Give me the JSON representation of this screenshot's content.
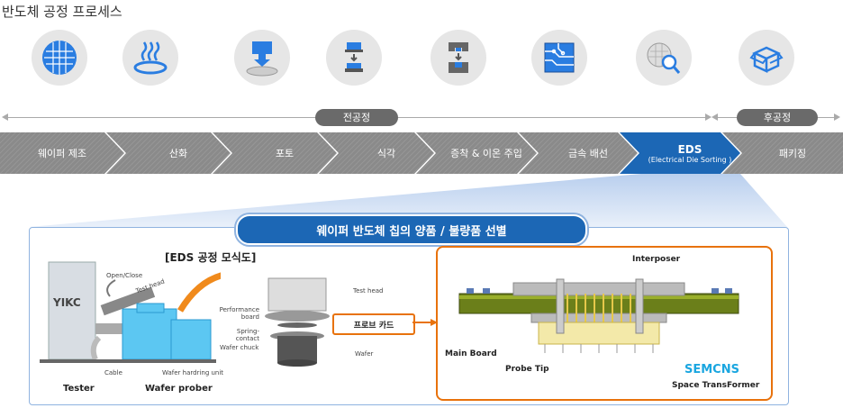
{
  "title": "반도체 공정 프로세스",
  "icons": [
    "wafer-icon",
    "oxidation-icon",
    "photo-icon",
    "etch-icon",
    "deposition-icon",
    "metal-wiring-icon",
    "eds-inspection-icon",
    "packaging-icon"
  ],
  "phases": {
    "front": "전공정",
    "back": "후공정"
  },
  "steps": [
    {
      "label": "웨이퍼 제조"
    },
    {
      "label": "산화"
    },
    {
      "label": "포토"
    },
    {
      "label": "식각"
    },
    {
      "label": "증착 & 이온 주입"
    },
    {
      "label": "금속 배선"
    },
    {
      "label": "EDS",
      "sub": "(Electrical Die Sorting )"
    },
    {
      "label": "패키징"
    }
  ],
  "colors": {
    "step": "#8a8a8a",
    "active": "#1c67b5",
    "accent": "#e8720c",
    "circle": "#e6e6e6",
    "icon": "#2a7de1"
  },
  "banner": "웨이퍼 반도체 칩의 양품 / 불량품 선별",
  "eds_title": "[EDS 공정 모식도]",
  "tester": {
    "brand": "YIKC",
    "open_close": "Open/Close",
    "test_head": "Test head",
    "cable": "Cable",
    "wafer_handling": "Wafer hardring unit",
    "tester_label": "Tester",
    "prober_label": "Wafer prober"
  },
  "schematic": {
    "test_head": "Test head",
    "performance_board": "Performance board",
    "spring_contact": "Spring-contact",
    "wafer_chuck": "Wafer chuck",
    "wafer": "Wafer"
  },
  "probe_card": "프로브 카드",
  "detail": {
    "interposer": "Interposer",
    "main_board": "Main Board",
    "probe_tip": "Probe Tip",
    "logo": "SEMCNS",
    "space_transformer": "Space TransFormer"
  }
}
